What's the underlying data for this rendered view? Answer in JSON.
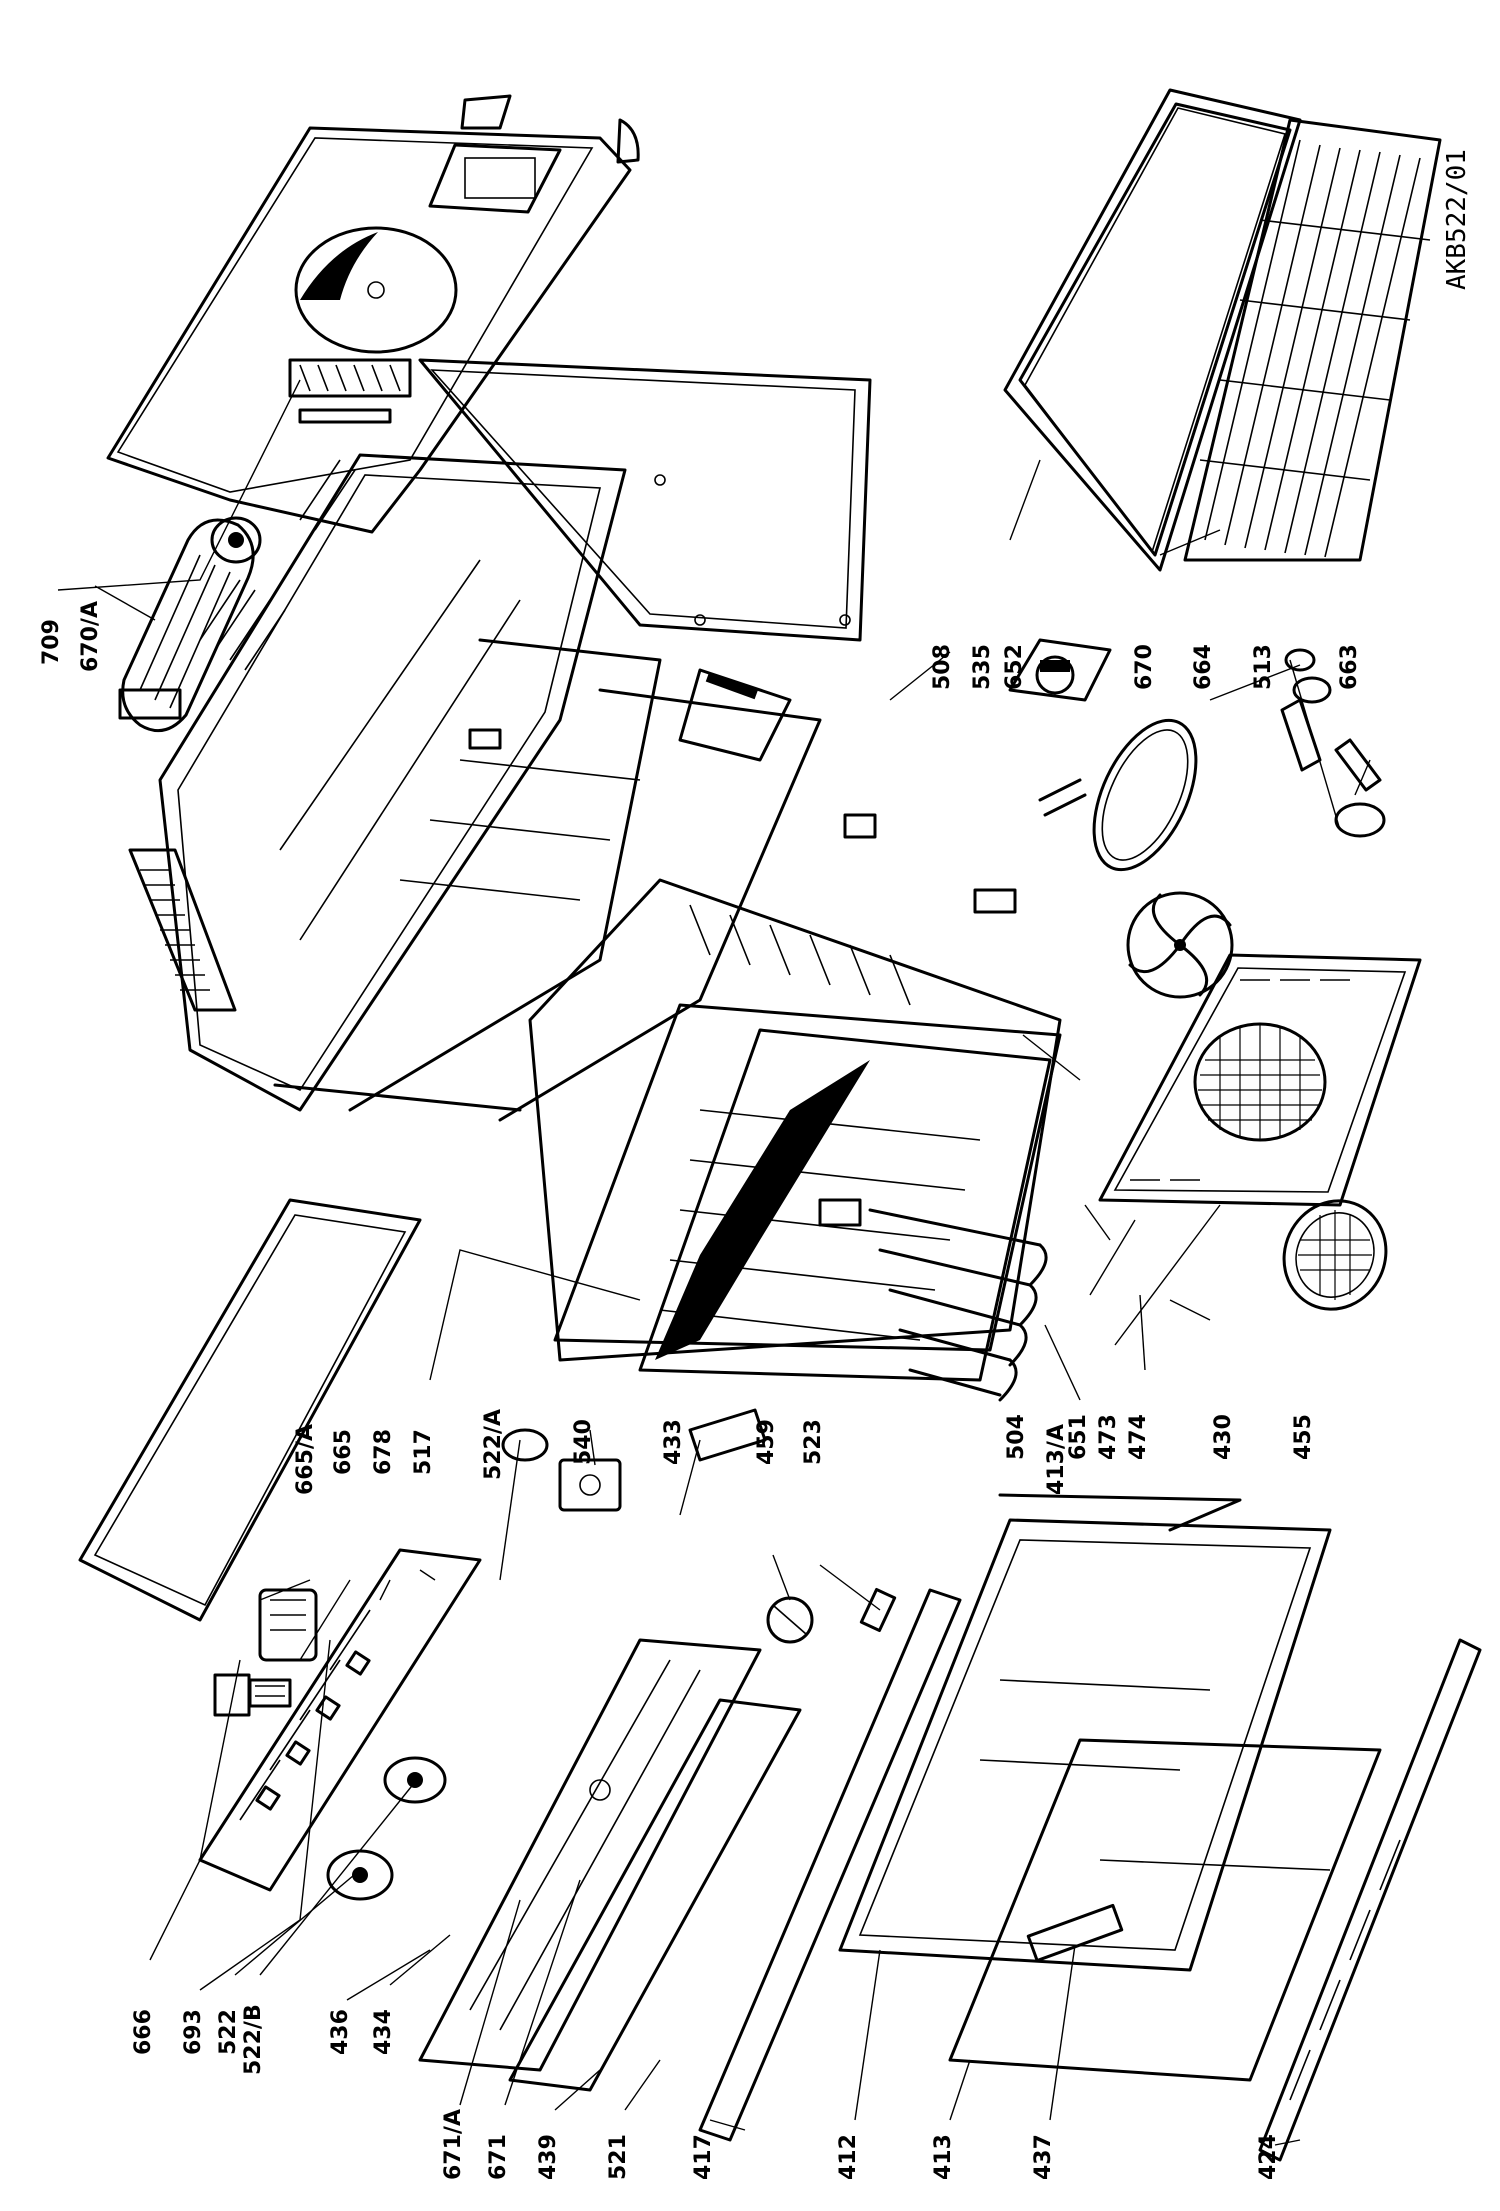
{
  "document": {
    "code": "AKB522/01"
  },
  "labels": {
    "l709": "709",
    "l670A": "670/A",
    "l508": "508",
    "l535": "535",
    "l652": "652",
    "l670": "670",
    "l664": "664",
    "l513": "513",
    "l663": "663",
    "l665A": "665/A",
    "l665": "665",
    "l678": "678",
    "l517": "517",
    "l522A": "522/A",
    "l540": "540",
    "l433": "433",
    "l459": "459",
    "l523": "523",
    "l504": "504",
    "l413A": "413/A",
    "l651": "651",
    "l473": "473",
    "l474": "474",
    "l430": "430",
    "l455": "455",
    "l666": "666",
    "l693": "693",
    "l522": "522",
    "l522B": "522/B",
    "l436": "436",
    "l434": "434",
    "l671A": "671/A",
    "l671": "671",
    "l439": "439",
    "l521": "521",
    "l417": "417",
    "l412": "412",
    "l413": "413",
    "l437": "437",
    "l424": "424"
  }
}
